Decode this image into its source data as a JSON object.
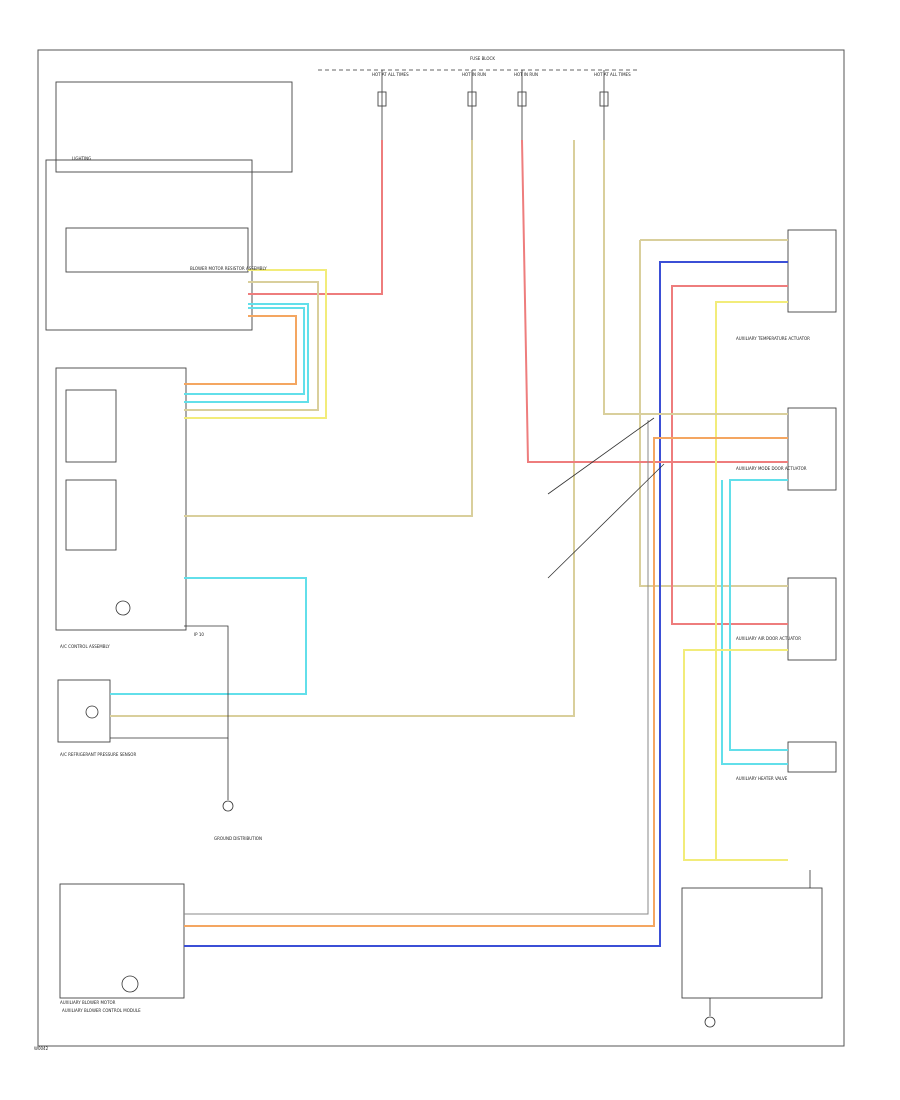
{
  "diagram": {
    "code": "W0042",
    "label_text": "IP 10",
    "components": [
      "A/C CONTROL ASSEMBLY",
      "A/C REFRIGERANT PRESSURE SENSOR",
      "BLOWER MOTOR RESISTOR ASSEMBLY",
      "AUXILIARY BLOWER CONTROL MODULE",
      "AUXILIARY BLOWER MOTOR",
      "AUXILIARY HEATER VALVE",
      "AUXILIARY AIR DOOR ACTUATOR",
      "AUXILIARY MODE DOOR ACTUATOR",
      "AUXILIARY TEMPERATURE ACTUATOR",
      "FUSE BLOCK",
      "GROUND DISTRIBUTION",
      "LIGHTING"
    ],
    "fuse_boxes": [
      "HOT AT ALL TIMES",
      "HOT IN RUN",
      "HOT IN RUN",
      "HOT AT ALL TIMES"
    ]
  }
}
